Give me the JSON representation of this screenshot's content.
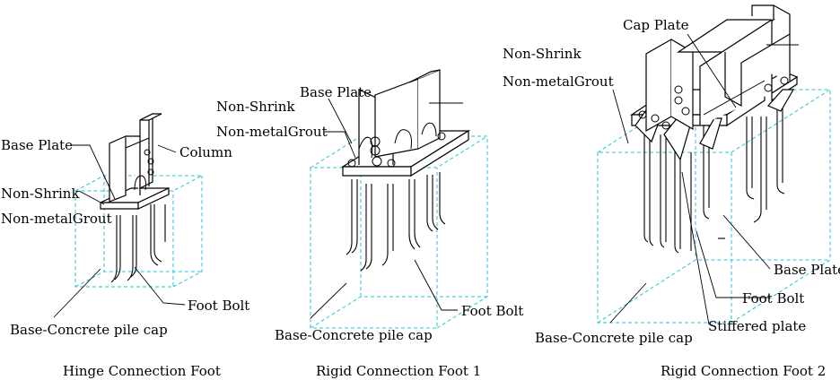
{
  "panels": [
    {
      "caption": "Hinge Connection Foot",
      "labels": {
        "base_plate": "Base Plate",
        "column": "Column",
        "grout_1": "Non-Shrink",
        "grout_2": "Non-metalGrout",
        "foot_bolt": "Foot Bolt",
        "pile_cap": "Base-Concrete pile cap"
      }
    },
    {
      "caption": "Rigid Connection Foot 1",
      "labels": {
        "grout_1": "Non-Shrink",
        "base_plate": "Base Plate",
        "grout_2": "Non-metalGrout",
        "foot_bolt": "Foot Bolt",
        "pile_cap": "Base-Concrete pile cap"
      }
    },
    {
      "caption": "Rigid Connection Foot 2",
      "labels": {
        "cap_plate": "Cap Plate",
        "grout_1": "Non-Shrink",
        "grout_2": "Non-metalGrout",
        "base_plate": "Base Plate",
        "foot_bolt": "Foot Bolt",
        "stiffened_plate": "Stiffered plate",
        "pile_cap": "Base-Concrete pile cap"
      }
    }
  ],
  "colors": {
    "concrete_outline": "#2bc3d6",
    "steel_line": "#000000"
  }
}
